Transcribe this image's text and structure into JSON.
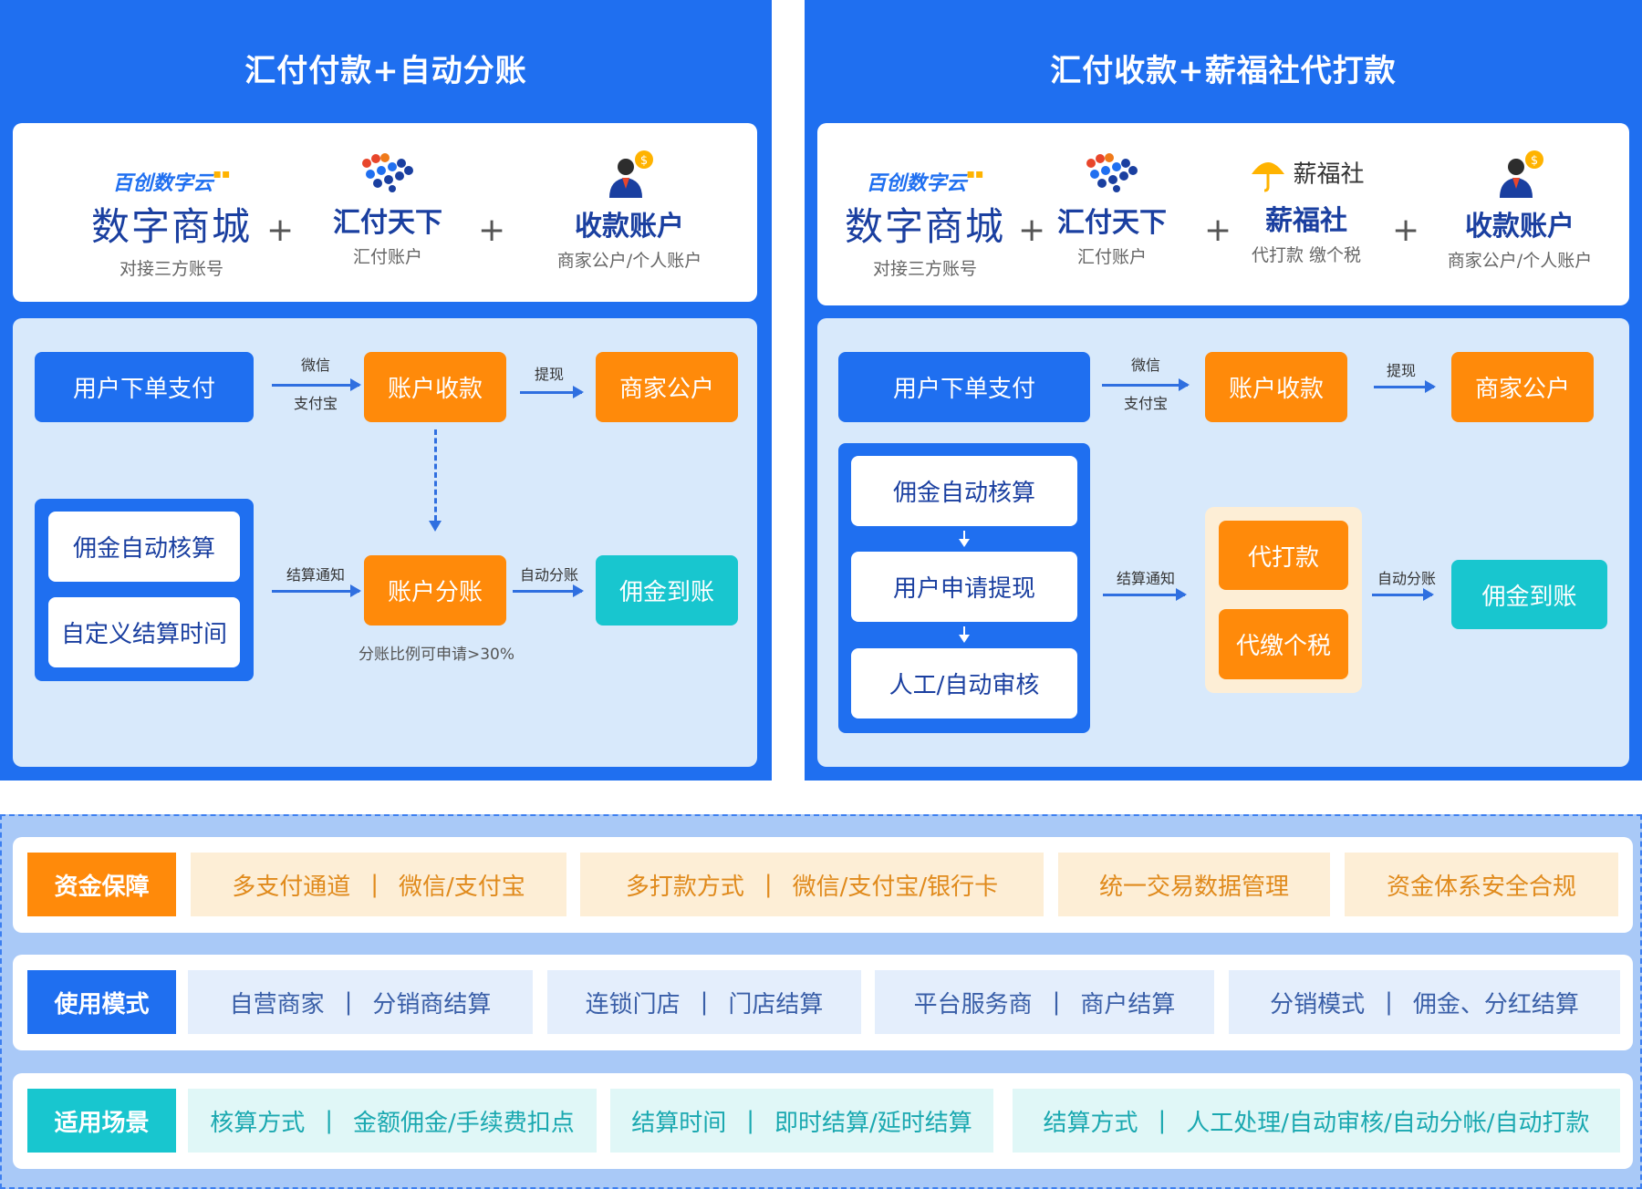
{
  "left_panel": {
    "title": "汇付付款+自动分账",
    "logos": [
      {
        "brand": "百创数字云",
        "name": "数字商城",
        "sub": "对接三方账号",
        "icon": "baichuang-logo"
      },
      {
        "name": "汇付天下",
        "sub": "汇付账户",
        "icon": "huifu-logo"
      },
      {
        "name": "收款账户",
        "sub": "商家公户/个人账户",
        "icon": "businessman-coin-icon"
      }
    ],
    "flow": {
      "user_pay": "用户下单支付",
      "arrow1_top": "微信",
      "arrow1_bottom": "支付宝",
      "receive": "账户收款",
      "arrow2": "提现",
      "merchant": "商家公户",
      "commission_calc": "佣金自动核算",
      "custom_time": "自定义结算时间",
      "arrow3": "结算通知",
      "split": "账户分账",
      "arrow4": "自动分账",
      "arrive": "佣金到账",
      "note": "分账比例可申请>30%"
    }
  },
  "right_panel": {
    "title": "汇付收款+薪福社代打款",
    "logos": [
      {
        "brand": "百创数字云",
        "name": "数字商城",
        "sub": "对接三方账号",
        "icon": "baichuang-logo"
      },
      {
        "name": "汇付天下",
        "sub": "汇付账户",
        "icon": "huifu-logo"
      },
      {
        "brand": "薪福社",
        "name": "薪福社",
        "sub": "代打款 缴个税",
        "icon": "umbrella-icon"
      },
      {
        "name": "收款账户",
        "sub": "商家公户/个人账户",
        "icon": "businessman-coin-icon"
      }
    ],
    "flow": {
      "user_pay": "用户下单支付",
      "arrow1_top": "微信",
      "arrow1_bottom": "支付宝",
      "receive": "账户收款",
      "arrow2": "提现",
      "merchant": "商家公户",
      "step1": "佣金自动核算",
      "step2": "用户申请提现",
      "step3": "人工/自动审核",
      "arrow3": "结算通知",
      "pay_out": "代打款",
      "tax": "代缴个税",
      "arrow4": "自动分账",
      "arrive": "佣金到账"
    }
  },
  "bands": [
    {
      "tag": "资金保障",
      "color": "#ff8a0a",
      "cells": [
        {
          "a": "多支付通道",
          "b": "微信/支付宝"
        },
        {
          "a": "多打款方式",
          "b": "微信/支付宝/银行卡"
        },
        {
          "a": "统一交易数据管理",
          "b": ""
        },
        {
          "a": "资金体系安全合规",
          "b": ""
        }
      ]
    },
    {
      "tag": "使用模式",
      "color": "#1f6ff0",
      "cells": [
        {
          "a": "自营商家",
          "b": "分销商结算"
        },
        {
          "a": "连锁门店",
          "b": "门店结算"
        },
        {
          "a": "平台服务商",
          "b": "商户结算"
        },
        {
          "a": "分销模式",
          "b": "佣金、分红结算"
        }
      ]
    },
    {
      "tag": "适用场景",
      "color": "#18c6cf",
      "cells": [
        {
          "a": "核算方式",
          "b": "金额佣金/手续费扣点"
        },
        {
          "a": "结算时间",
          "b": "即时结算/延时结算"
        },
        {
          "a": "结算方式",
          "b": "人工处理/自动审核/自动分帐/自动打款"
        }
      ]
    }
  ],
  "sep": "|",
  "colors": {
    "blue": "#1f6ff0",
    "orange": "#ff8a0a",
    "cyan": "#18c6cf",
    "light_blue": "#d8e9fb"
  }
}
